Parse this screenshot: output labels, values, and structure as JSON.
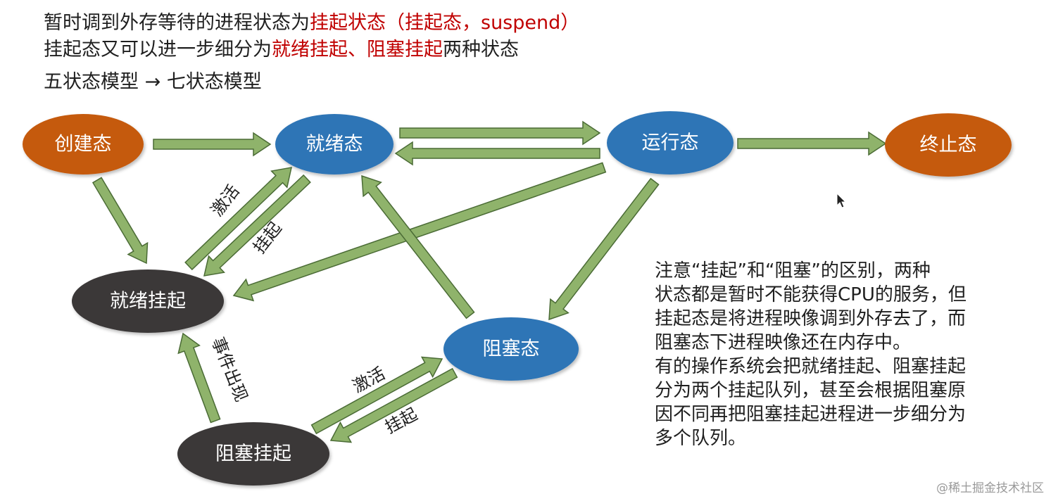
{
  "header": {
    "line1_a": "暂时调到外存等待的进程状态为",
    "line1_b": "挂起状态（挂起态，suspend）",
    "line2_a": "挂起态又可以进一步细分为",
    "line2_b": "就绪挂起",
    "line2_c": "、",
    "line2_d": "阻塞挂起",
    "line2_e": "两种状态",
    "line3": "五状态模型 → 七状态模型"
  },
  "nodes": {
    "create": "创建态",
    "ready": "就绪态",
    "running": "运行态",
    "terminate": "终止态",
    "ready_suspend": "就绪挂起",
    "blocked": "阻塞态",
    "blocked_suspend": "阻塞挂起"
  },
  "edge_labels": {
    "activate1": "激活",
    "suspend1": "挂起",
    "event": "事件出现",
    "activate2": "激活",
    "suspend2": "挂起"
  },
  "note": {
    "lines": [
      "注意“挂起”和“阻塞”的区别，两种",
      "状态都是暂时不能获得CPU的服务，但",
      "挂起态是将进程映像调到外存去了，而",
      "阻塞态下进程映像还在内存中。",
      "有的操作系统会把就绪挂起、阻塞挂起",
      "分为两个挂起队列，甚至会根据阻塞原",
      "因不同再把阻塞挂起进程进一步细分为",
      "多个队列。"
    ]
  },
  "watermark": "@稀土掘金技术社区",
  "colors": {
    "orange_node": "#c55a11",
    "blue_node": "#2e75b6",
    "gray_node": "#3b3838",
    "arrow_fill": "#8fb36b",
    "arrow_stroke": "#4a6b35",
    "red_text": "#c00000"
  }
}
